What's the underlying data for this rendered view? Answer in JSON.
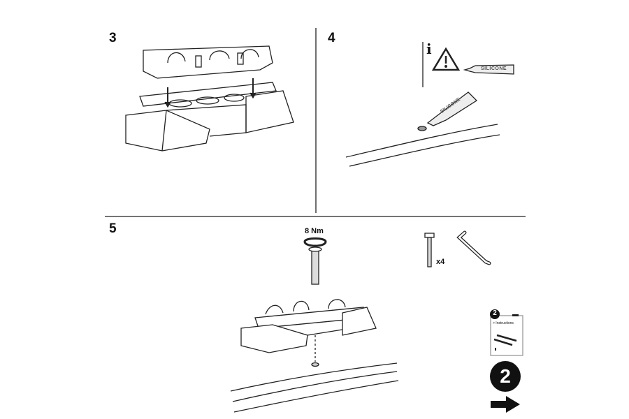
{
  "steps": [
    {
      "number": "3"
    },
    {
      "number": "4",
      "info_icon": "i",
      "tube_label": "SILICONE"
    },
    {
      "number": "5",
      "torque": "8 Nm",
      "quantity": "x4"
    }
  ],
  "next_reference": {
    "booklet_number": "2",
    "booklet_title": "> Instructions",
    "big_number": "2",
    "arrow_icon": "arrow-right-icon"
  }
}
